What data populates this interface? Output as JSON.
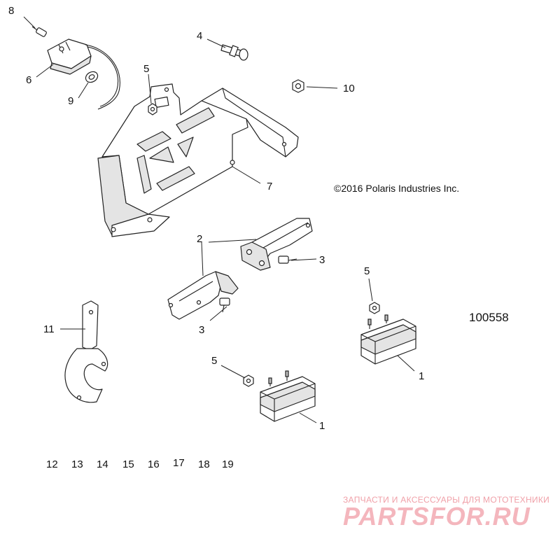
{
  "copyright": "©2016  Polaris Industries Inc.",
  "figure_number": "100558",
  "callouts": {
    "c8": "8",
    "c6": "6",
    "c9": "9",
    "c5a": "5",
    "c4": "4",
    "c10": "10",
    "c7": "7",
    "c2": "2",
    "c3a": "3",
    "c3b": "3",
    "c5b": "5",
    "c5c": "5",
    "c1a": "1",
    "c1b": "1",
    "c11": "11"
  },
  "unlisted_refs": [
    "12",
    "13",
    "14",
    "15",
    "16",
    "17",
    "18",
    "19"
  ],
  "watermark": {
    "tagline": "ЗАПЧАСТИ И АКСЕССУАРЫ ДЛЯ МОТОТЕХНИКИ",
    "brand": "PARTSFOR.RU"
  }
}
